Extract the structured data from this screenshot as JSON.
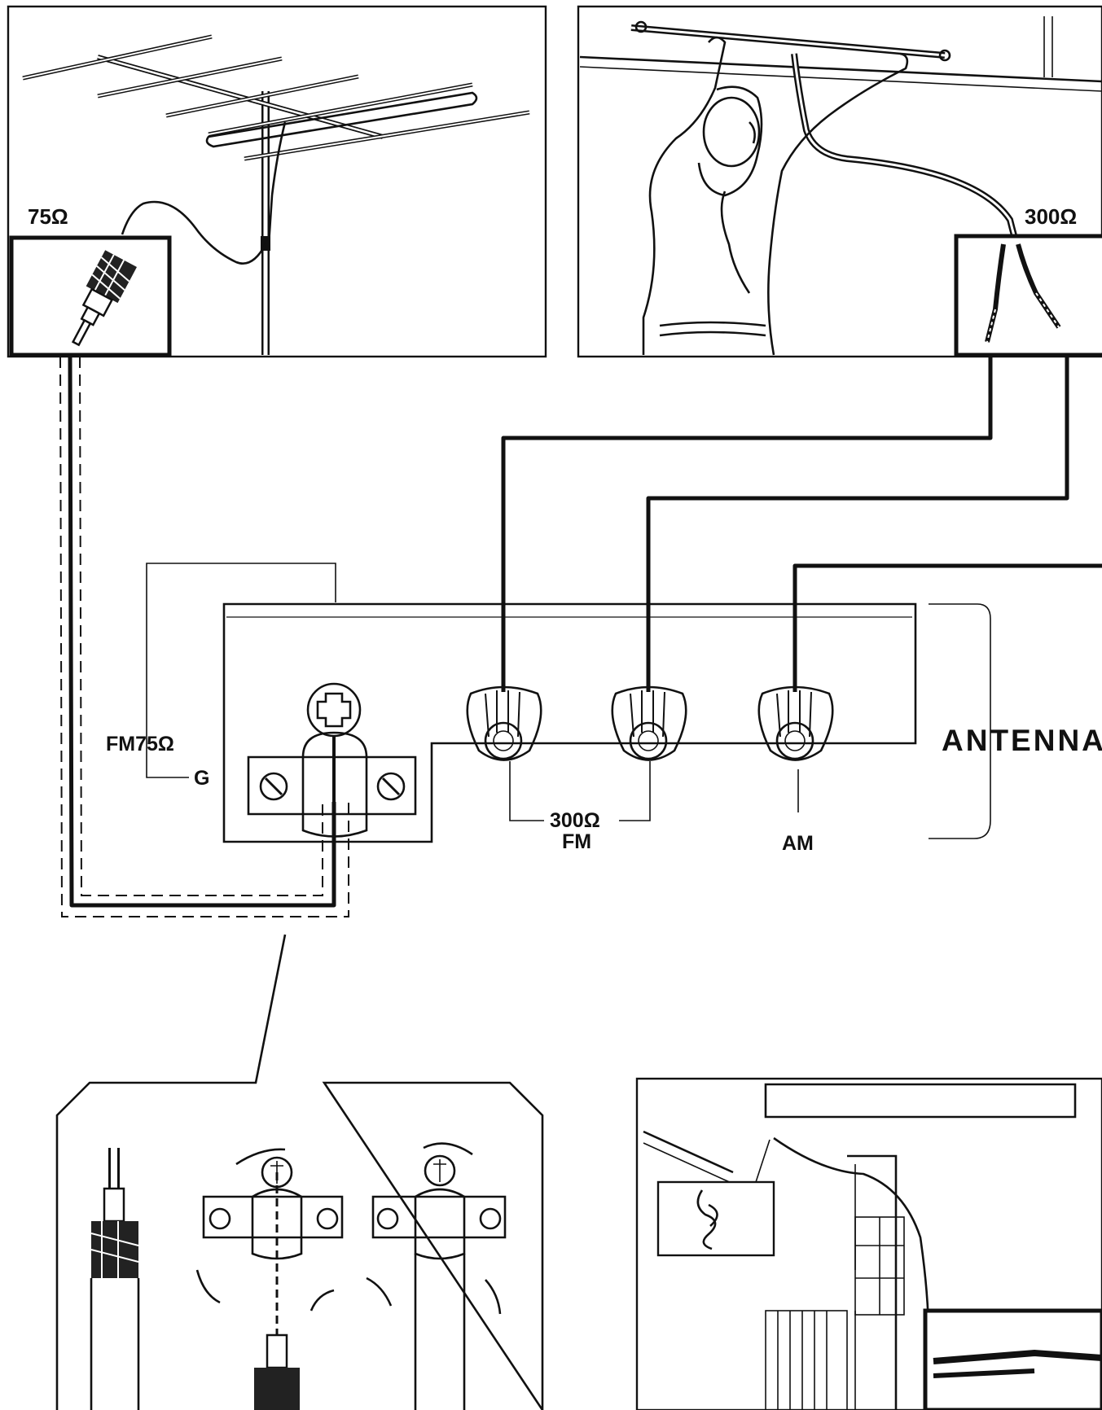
{
  "labels": {
    "impedance_75": "75Ω",
    "impedance_300_top": "300Ω",
    "fm75": "FM75Ω",
    "ground": "G",
    "fm300_value": "300Ω",
    "fm300_band": "FM",
    "am": "AM",
    "antenna": "ANTENNA"
  }
}
